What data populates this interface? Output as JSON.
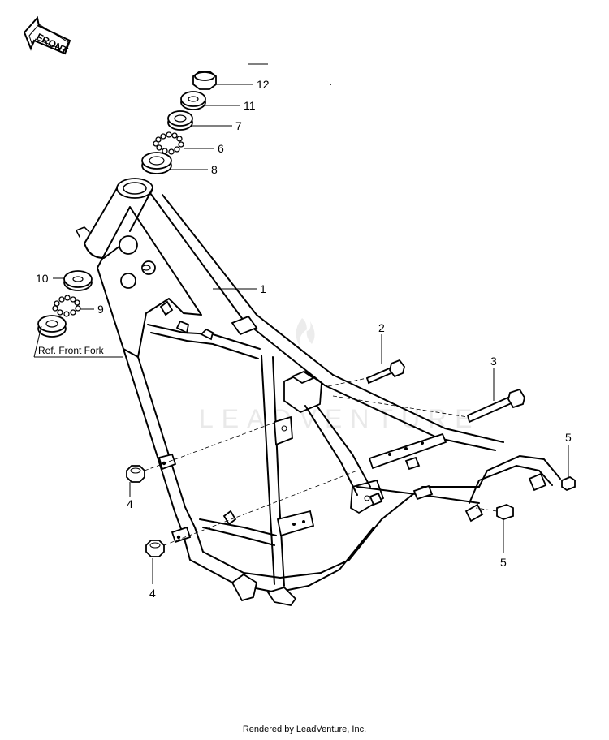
{
  "front_arrow": {
    "label": "FRONT"
  },
  "watermark": {
    "text": "LEADVENTURE"
  },
  "reference": {
    "text": "Ref. Front Fork"
  },
  "callouts": {
    "c1": "1",
    "c2": "2",
    "c3": "3",
    "c4a": "4",
    "c4b": "4",
    "c5a": "5",
    "c5b": "5",
    "c6": "6",
    "c7": "7",
    "c8": "8",
    "c9": "9",
    "c10": "10",
    "c11": "11",
    "c12": "12"
  },
  "footer": {
    "text": "Rendered by LeadVenture, Inc."
  }
}
